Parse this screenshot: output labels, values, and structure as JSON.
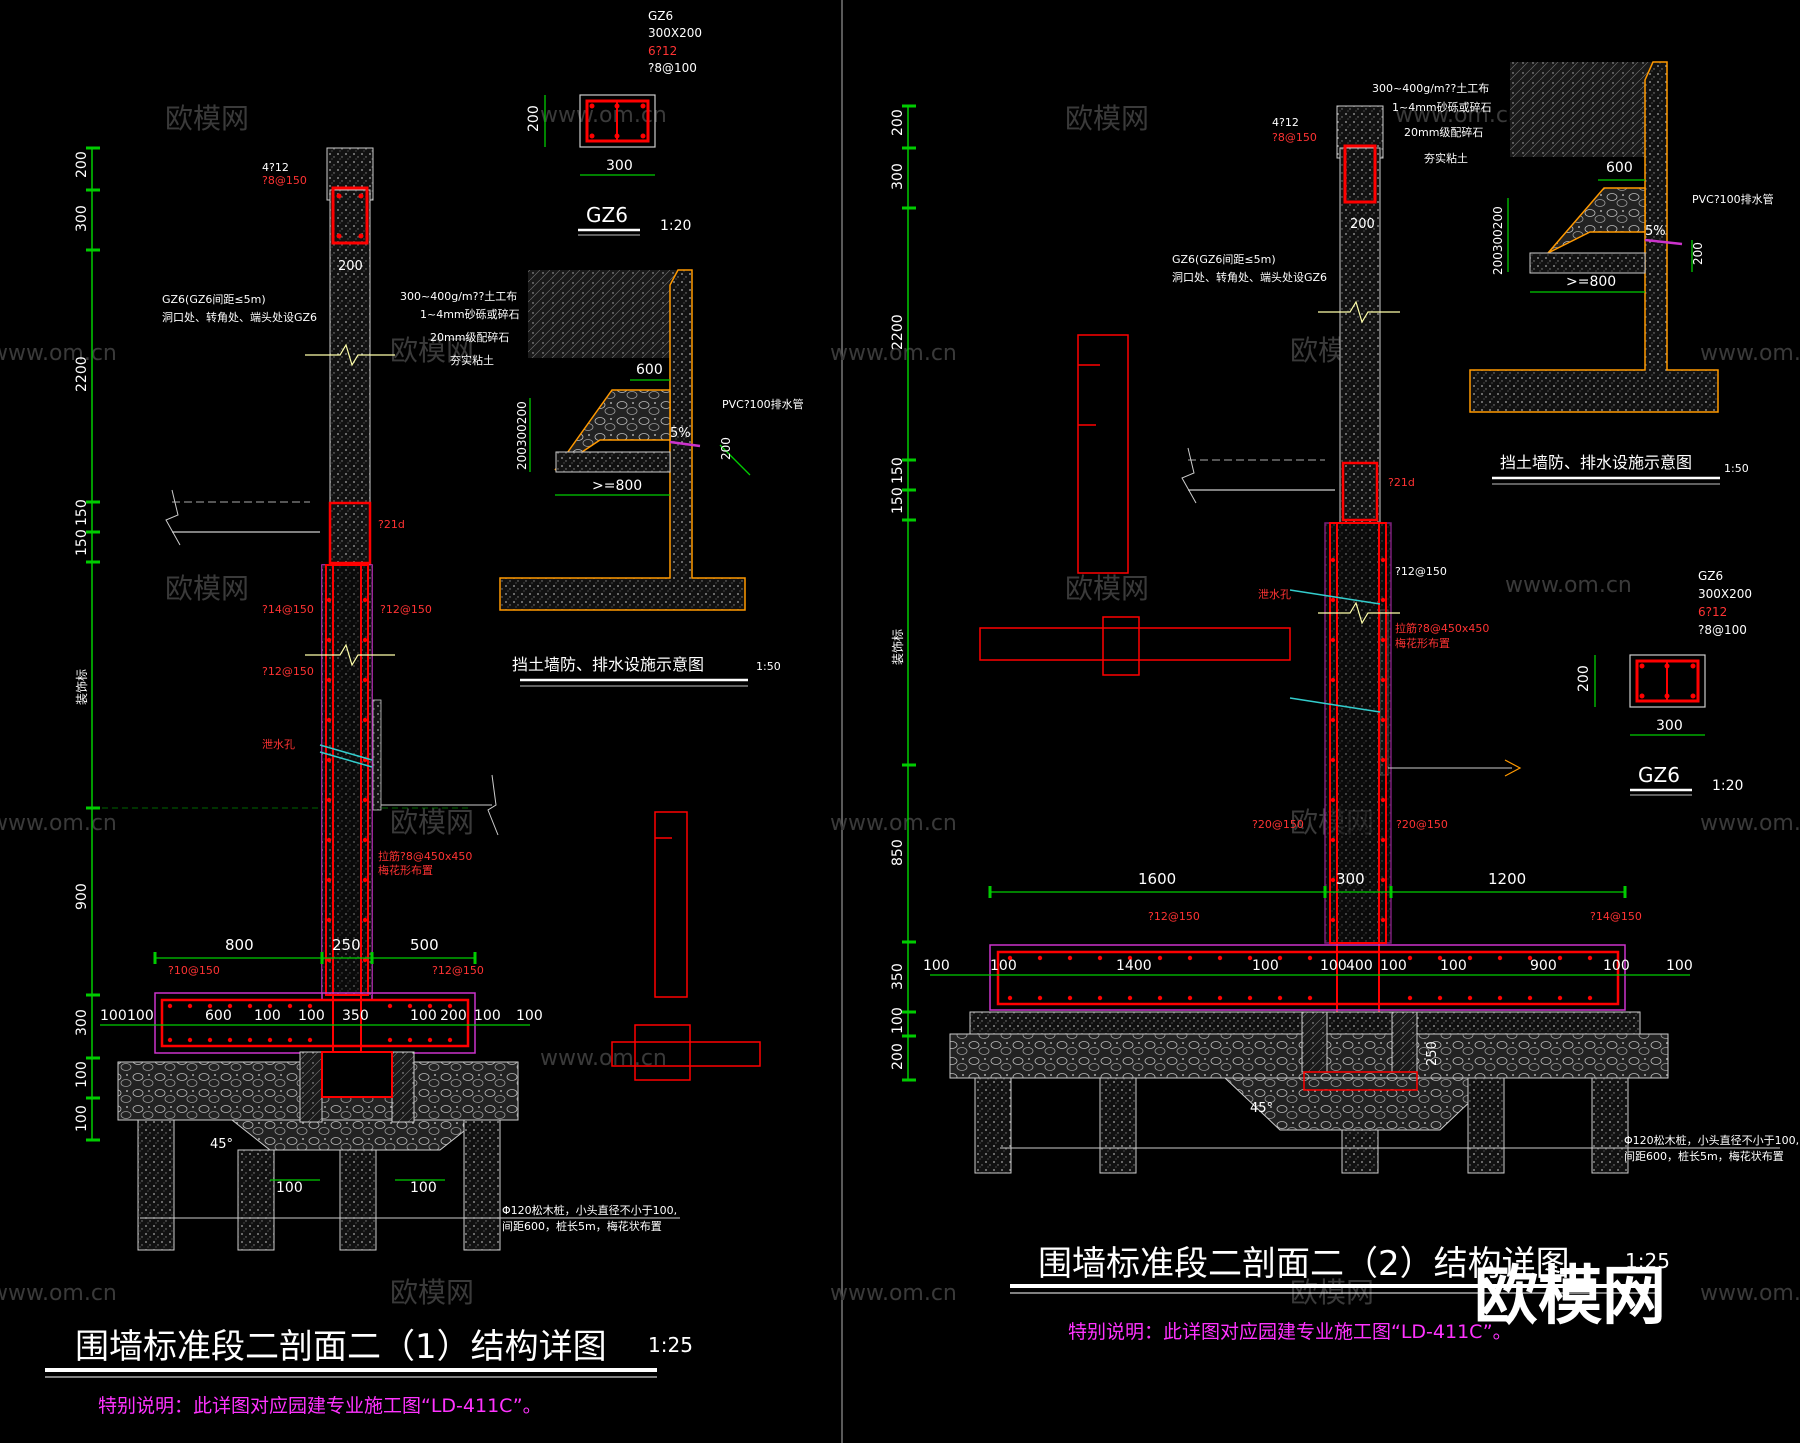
{
  "colors": {
    "bg": "#000000",
    "dim": "#00cc00",
    "rebar": "#ff0000",
    "outline": "#cc33cc",
    "text": "#ffffff",
    "orange": "#ff9900",
    "note": "#ff33ff",
    "cyan": "#33cccc",
    "watermark": "#3a3a3a"
  },
  "watermarks": {
    "site": "www.om.cn",
    "name": "欧模网",
    "logo": "欧模网"
  },
  "left": {
    "title": "围墙标准段二剖面二（1）结构详图",
    "scale": "1:25",
    "note": "特别说明：此详图对应园建专业施工图“LD-411C”。",
    "vdims": [
      "200",
      "300",
      "2200",
      "150",
      "150",
      "900",
      "300",
      "100",
      "100"
    ],
    "vlabel": "装饰标",
    "hdims_top": [
      "800",
      "250",
      "500"
    ],
    "hdims_base": [
      "100",
      "100",
      "600",
      "100",
      "100",
      "350",
      "100",
      "200",
      "100",
      "100"
    ],
    "hdims_low": [
      "100",
      "100"
    ],
    "labels": {
      "top_bar": "4?12",
      "top_stirrup": "?8@150",
      "col_width": "200",
      "gz_note1": "GZ6(GZ6间距≤5m)",
      "gz_note2": "洞口处、转角处、端头处设GZ6",
      "r14": "?14@150",
      "r12a": "?12@150",
      "r12b": "?12@150",
      "lap": "?21d",
      "drain": "泄水孔",
      "stir": "拉筋?8@450x450",
      "stir2": "梅花形布置",
      "base_l": "?10@150",
      "base_r": "?12@150",
      "angle": "45°",
      "pile1": "Φ120松木桩，小头直径不小于100,",
      "pile2": "间距600，桩长5m，梅花状布置"
    },
    "retain": {
      "title": "挡土墙防、排水设施示意图",
      "scale": "1:50",
      "l1": "300~400g/m??土工布",
      "l2": "1~4mm砂砾或碎石",
      "l3": "20mm级配碎石",
      "l4": "夯实粘土",
      "w600": "600",
      "pvc": "PVC?100排水管",
      "slope": "5%",
      "d200": "200",
      "dstack": "200300200",
      "w800": ">=800"
    },
    "gz6": {
      "name": "GZ6",
      "spec": "300X200",
      "bars": "6?12",
      "stir": "?8@100",
      "w": "300",
      "h": "200",
      "title": "GZ6",
      "scale": "1:20"
    }
  },
  "right": {
    "title": "围墙标准段二剖面二（2）结构详图",
    "scale": "1:25",
    "note": "特别说明：此详图对应园建专业施工图“LD-411C”。",
    "vdims": [
      "200",
      "300",
      "2200",
      "150",
      "150",
      "850",
      "350",
      "100",
      "200"
    ],
    "vlabel": "装饰标",
    "hdims_top": [
      "1600",
      "300",
      "1200"
    ],
    "hdims_base": [
      "100",
      "100",
      "1400",
      "100",
      "100",
      "400",
      "100",
      "100",
      "900",
      "100",
      "100"
    ],
    "labels": {
      "top_bar": "4?12",
      "top_stirrup": "?8@150",
      "col_width": "200",
      "gz_note1": "GZ6(GZ6间距≤5m)",
      "gz_note2": "洞口处、转角处、端头处设GZ6",
      "lap": "?21d",
      "r12": "?12@150",
      "drain": "泄水孔",
      "stir": "拉筋?8@450x450",
      "stir2": "梅花形布置",
      "r20": "?20@150",
      "r20b": "?20@150",
      "base_l": "?12@150",
      "base_r": "?14@150",
      "d250": "250",
      "angle": "45°",
      "pile1": "Φ120松木桩，小头直径不小于100,",
      "pile2": "间距600，桩长5m，梅花状布置"
    },
    "retain": {
      "title": "挡土墙防、排水设施示意图",
      "scale": "1:50",
      "l1": "300~400g/m??土工布",
      "l2": "1~4mm砂砾或碎石",
      "l3": "20mm级配碎石",
      "l4": "夯实粘土",
      "w600": "600",
      "pvc": "PVC?100排水管",
      "slope": "5%",
      "d200": "200",
      "dstack": "200300200",
      "w800": ">=800"
    },
    "gz6": {
      "name": "GZ6",
      "spec": "300X200",
      "bars": "6?12",
      "stir": "?8@100",
      "w": "300",
      "h": "200",
      "title": "GZ6",
      "scale": "1:20"
    }
  }
}
